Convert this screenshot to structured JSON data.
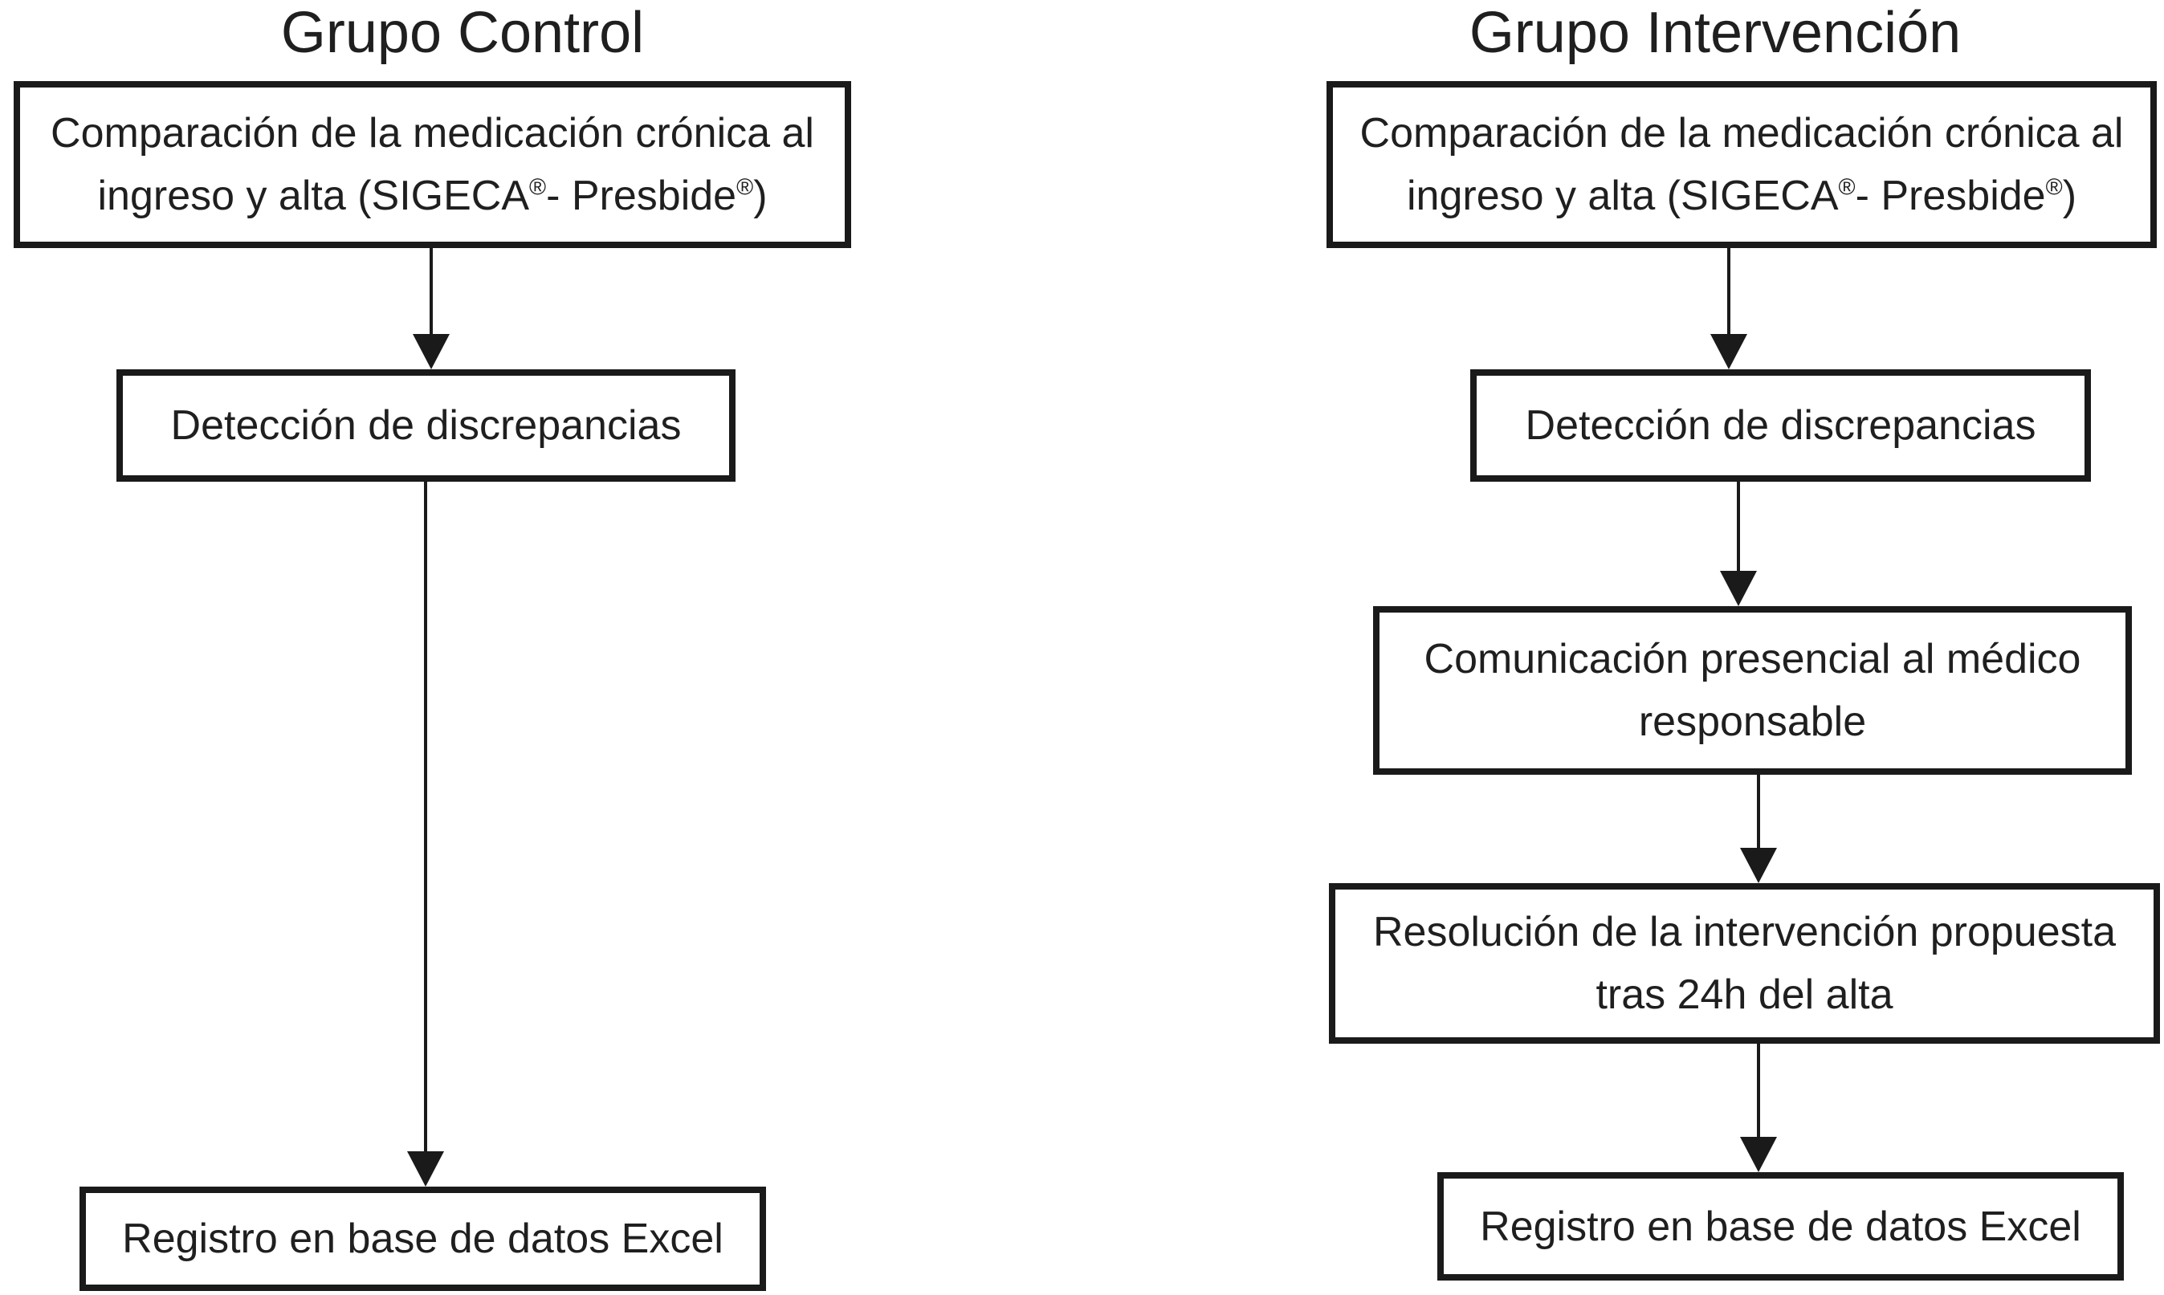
{
  "figure": {
    "colors": {
      "ink": "#1a1a1a",
      "background": "#ffffff"
    },
    "control": {
      "title": "Grupo Control",
      "nodes": [
        {
          "lines": [
            "Comparación de la medicación crónica al",
            "ingreso y alta (SIGECA®- Presbide®)"
          ]
        },
        {
          "lines": [
            "Detección de discrepancias"
          ]
        },
        {
          "lines": [
            "Registro en base de datos Excel"
          ]
        }
      ]
    },
    "intervention": {
      "title": "Grupo Intervención",
      "nodes": [
        {
          "lines": [
            "Comparación de la medicación crónica al",
            "ingreso y alta (SIGECA®- Presbide®)"
          ]
        },
        {
          "lines": [
            "Detección de discrepancias"
          ]
        },
        {
          "lines": [
            "Comunicación presencial al médico",
            "responsable"
          ]
        },
        {
          "lines": [
            "Resolución de la intervención propuesta",
            "tras 24h del alta"
          ]
        },
        {
          "lines": [
            "Registro en base de datos Excel"
          ]
        }
      ]
    }
  }
}
